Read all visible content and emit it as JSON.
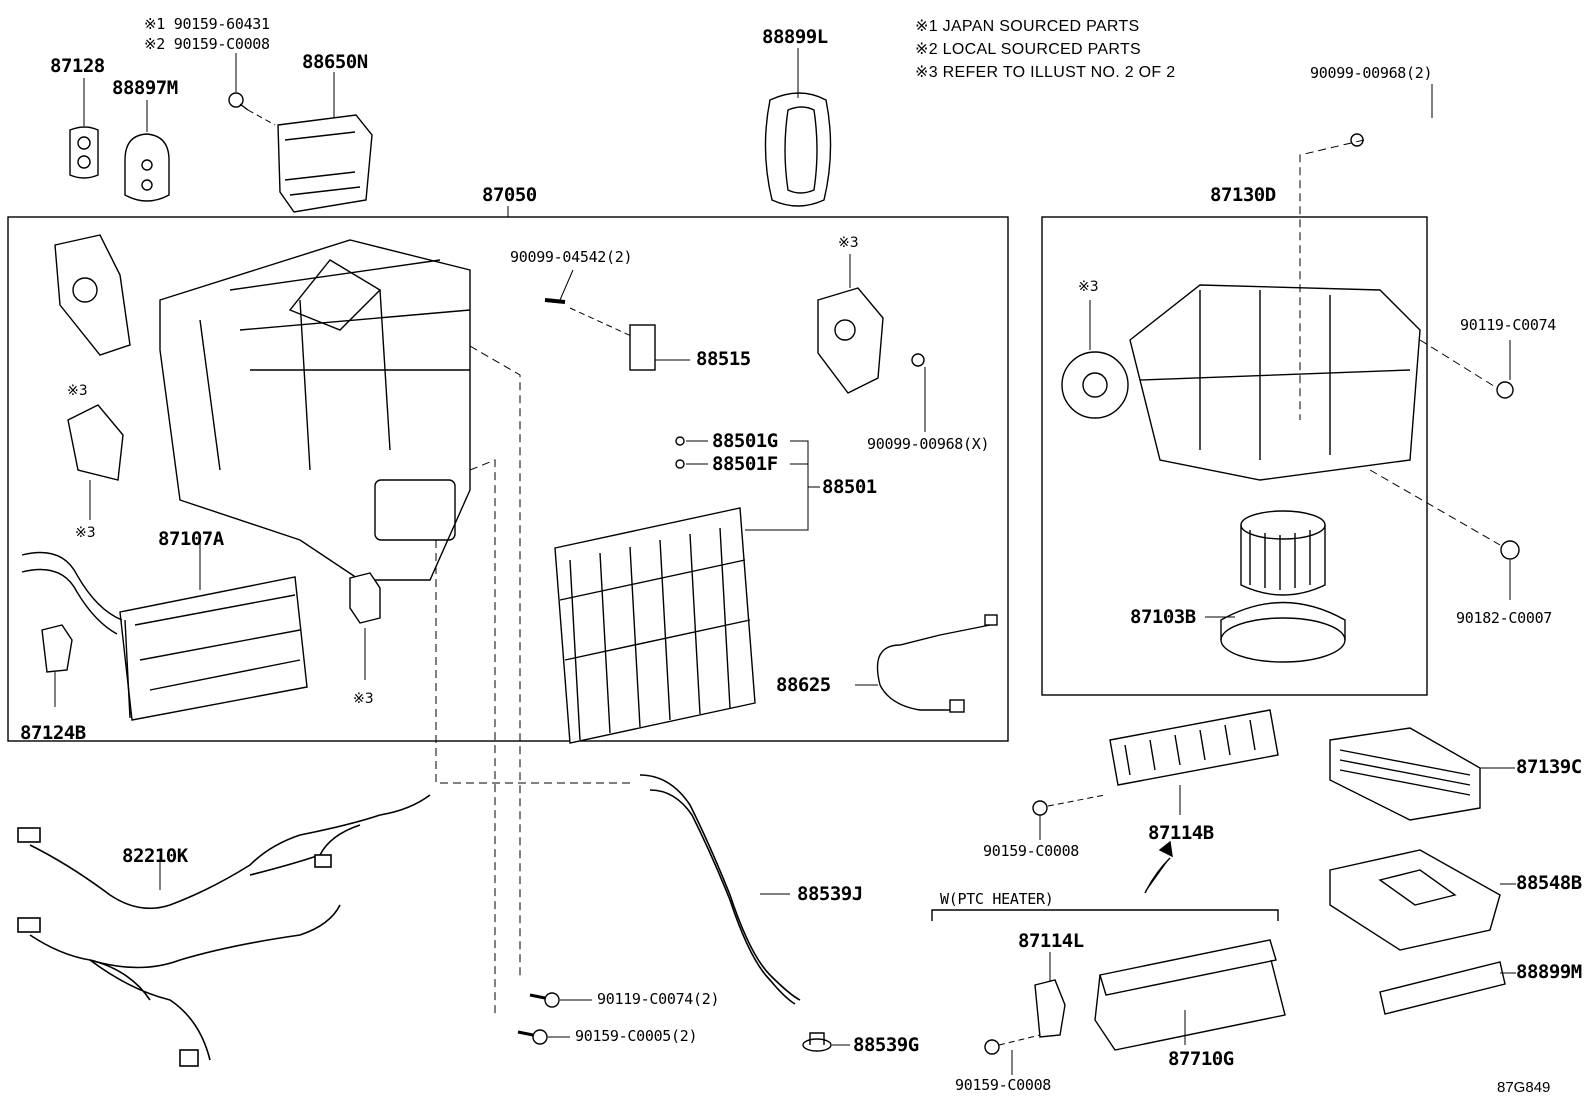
{
  "notes": {
    "n1": "※1 JAPAN SOURCED PARTS",
    "n2": "※2 LOCAL SOURCED PARTS",
    "n3": "※3 REFER TO ILLUST NO. 2 OF 2"
  },
  "callouts": {
    "p87128": "87128",
    "p88897M": "88897M",
    "p90159_60431": "※1 90159-60431",
    "p90159_C0008_top": "※2 90159-C0008",
    "p88650N": "88650N",
    "p88899L": "88899L",
    "p90099_00968_2": "90099-00968(2)",
    "p87050": "87050",
    "p87130D": "87130D",
    "p90099_04542": "90099-04542(2)",
    "p88515": "88515",
    "p90099_00968_X": "90099-00968(X)",
    "p88501G": "88501G",
    "p88501F": "88501F",
    "p88501": "88501",
    "p87107A": "87107A",
    "p87124B": "87124B",
    "p88625": "88625",
    "p90119_C0074": "90119-C0074",
    "p90182_C0007": "90182-C0007",
    "p87103B": "87103B",
    "p87139C": "87139C",
    "p90159_C0008_mid": "90159-C0008",
    "p87114B": "87114B",
    "p88548B": "88548B",
    "p82210K": "82210K",
    "p88539J": "88539J",
    "w_ptc": "W(PTC HEATER)",
    "p87114L": "87114L",
    "p88899M": "88899M",
    "p90119_C0074_2": "90119-C0074(2)",
    "p90159_C0005": "90159-C0005(2)",
    "p88539G": "88539G",
    "p87710G": "87710G",
    "p90159_C0008_bot": "90159-C0008"
  },
  "refmarks": {
    "m1": "※3",
    "m2": "※3",
    "m3": "※3",
    "m4": "※3",
    "m5": "※3"
  },
  "drawing_code": "87G849"
}
